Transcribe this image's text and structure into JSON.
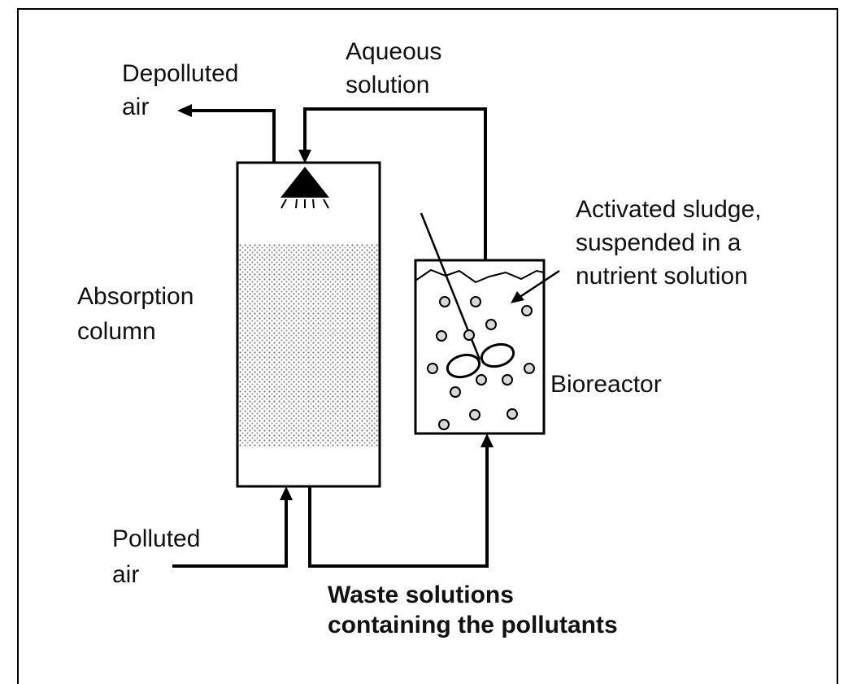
{
  "labels": {
    "depolluted_air": [
      "Depolluted",
      "air"
    ],
    "aqueous_solution": [
      "Aqueous",
      "solution"
    ],
    "activated_sludge": [
      "Activated sludge,",
      "suspended in a",
      "nutrient solution"
    ],
    "absorption_column": [
      "Absorption",
      "column"
    ],
    "bioreactor": "Bioreactor",
    "polluted_air": [
      "Polluted",
      "air"
    ],
    "waste_solutions": [
      "Waste solutions",
      "containing the pollutants"
    ]
  }
}
